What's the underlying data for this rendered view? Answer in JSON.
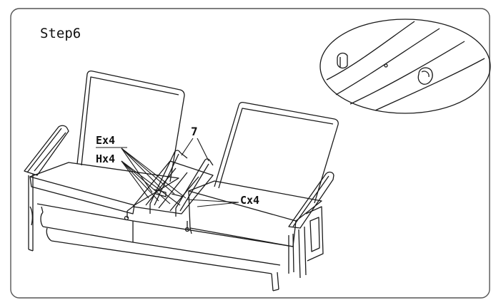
{
  "step_title": "Step6",
  "callouts": {
    "e": "Ex4",
    "h": "Hx4",
    "part_7": "7",
    "c": "Cx4"
  },
  "colors": {
    "line": "#1a1a1a",
    "frame": "#555555",
    "background": "#ffffff"
  }
}
